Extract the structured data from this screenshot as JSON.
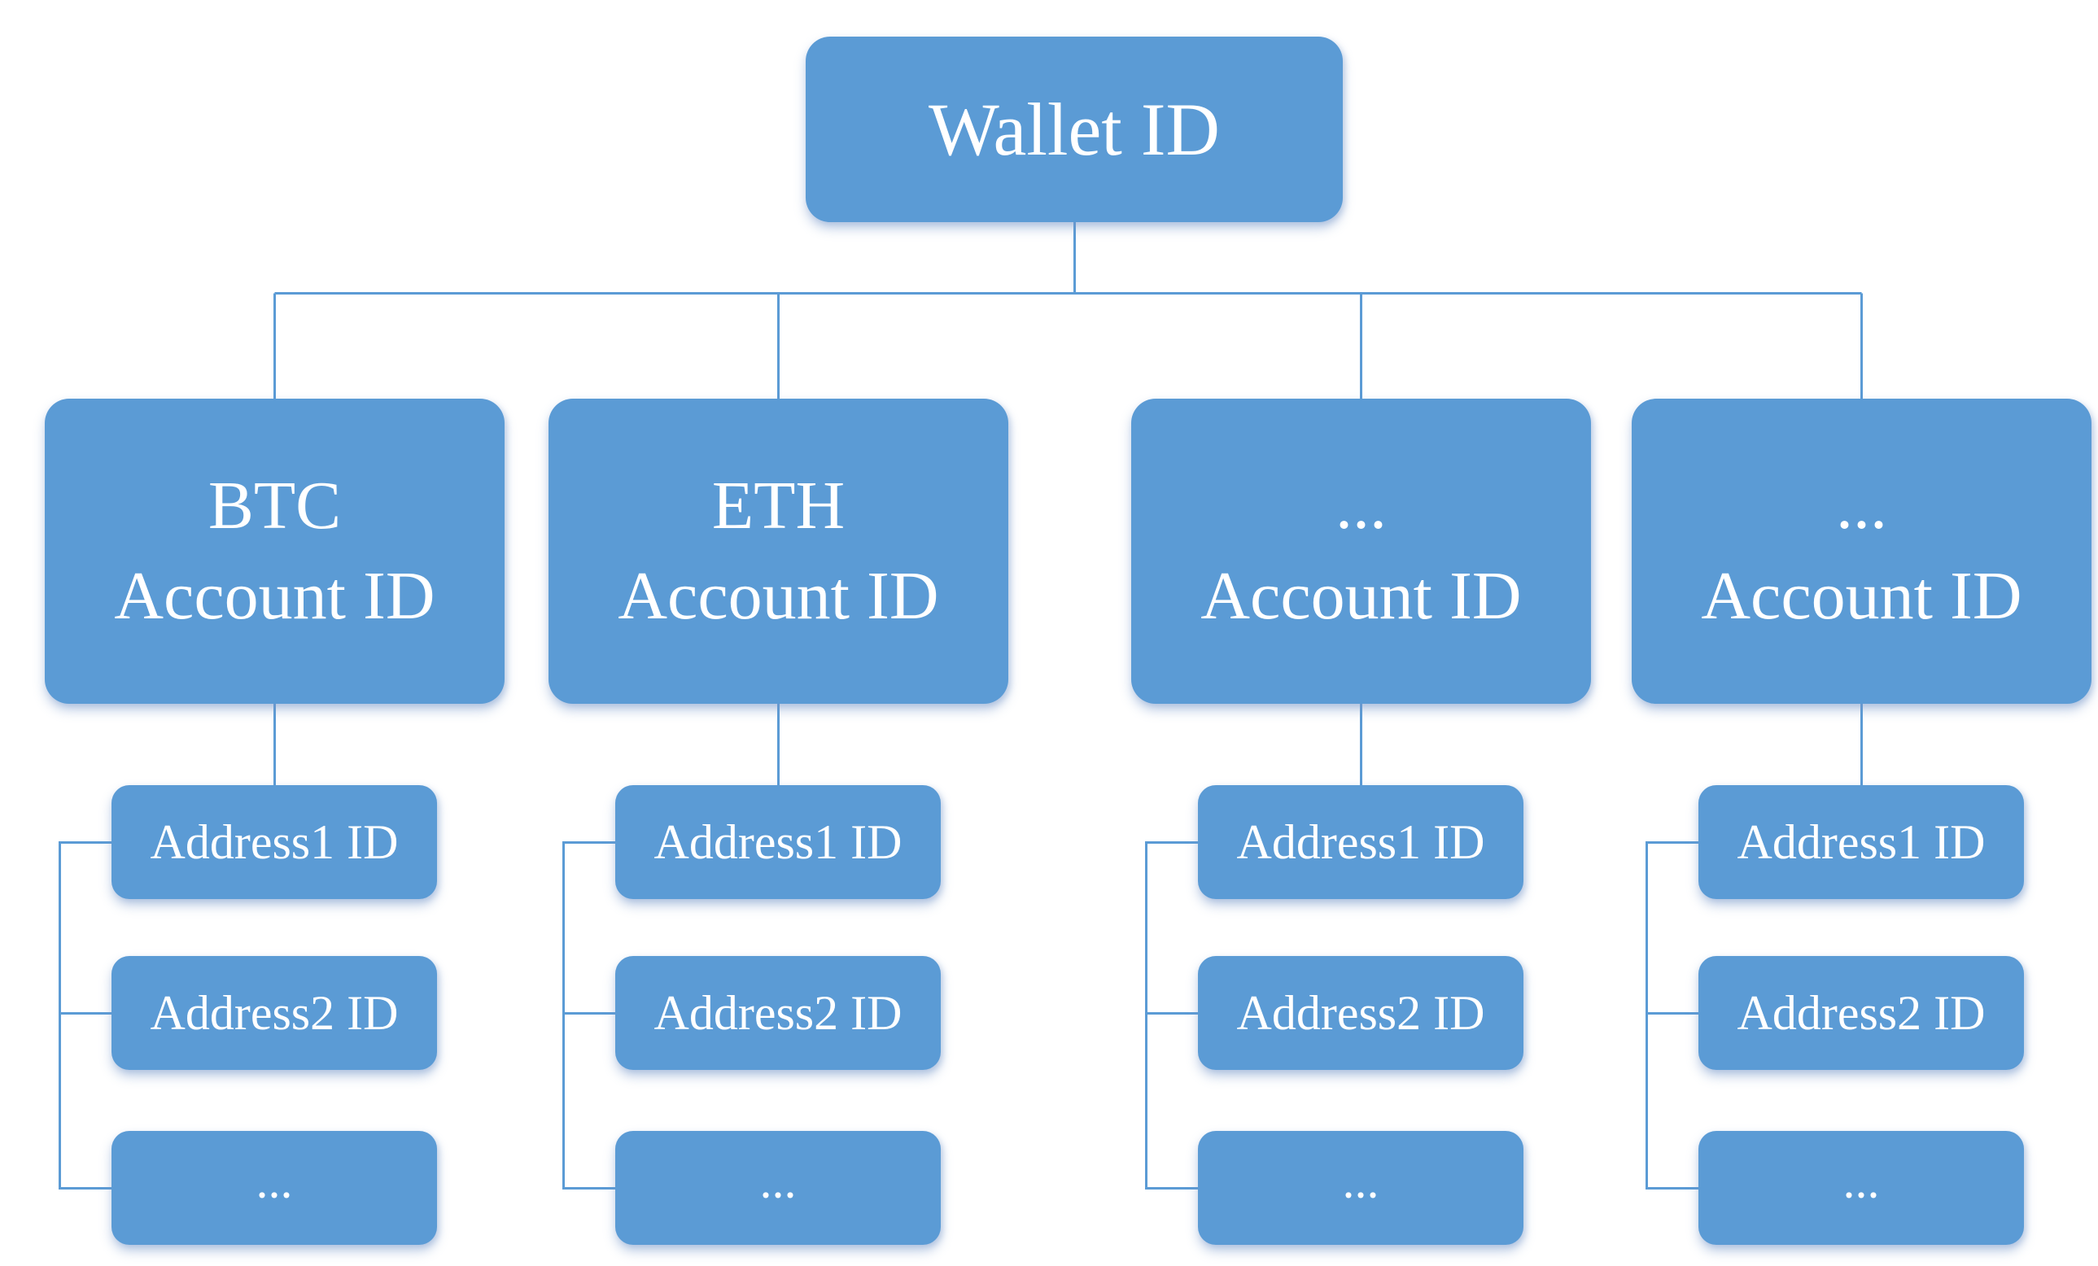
{
  "background": "#ffffff",
  "colors": {
    "node_fill": "#5b9bd5",
    "connector": "#5b9bd5",
    "node_text": "#ffffff"
  },
  "root": {
    "label": "Wallet ID"
  },
  "accounts": [
    {
      "line1": "BTC",
      "line2": "Account ID",
      "addresses": [
        "Address1 ID",
        "Address2 ID",
        "..."
      ]
    },
    {
      "line1": "ETH",
      "line2": "Account ID",
      "addresses": [
        "Address1 ID",
        "Address2 ID",
        "..."
      ]
    },
    {
      "line1": "...",
      "line2": "Account ID",
      "addresses": [
        "Address1 ID",
        "Address2 ID",
        "..."
      ]
    },
    {
      "line1": "...",
      "line2": "Account ID",
      "addresses": [
        "Address1 ID",
        "Address2 ID",
        "..."
      ]
    }
  ]
}
